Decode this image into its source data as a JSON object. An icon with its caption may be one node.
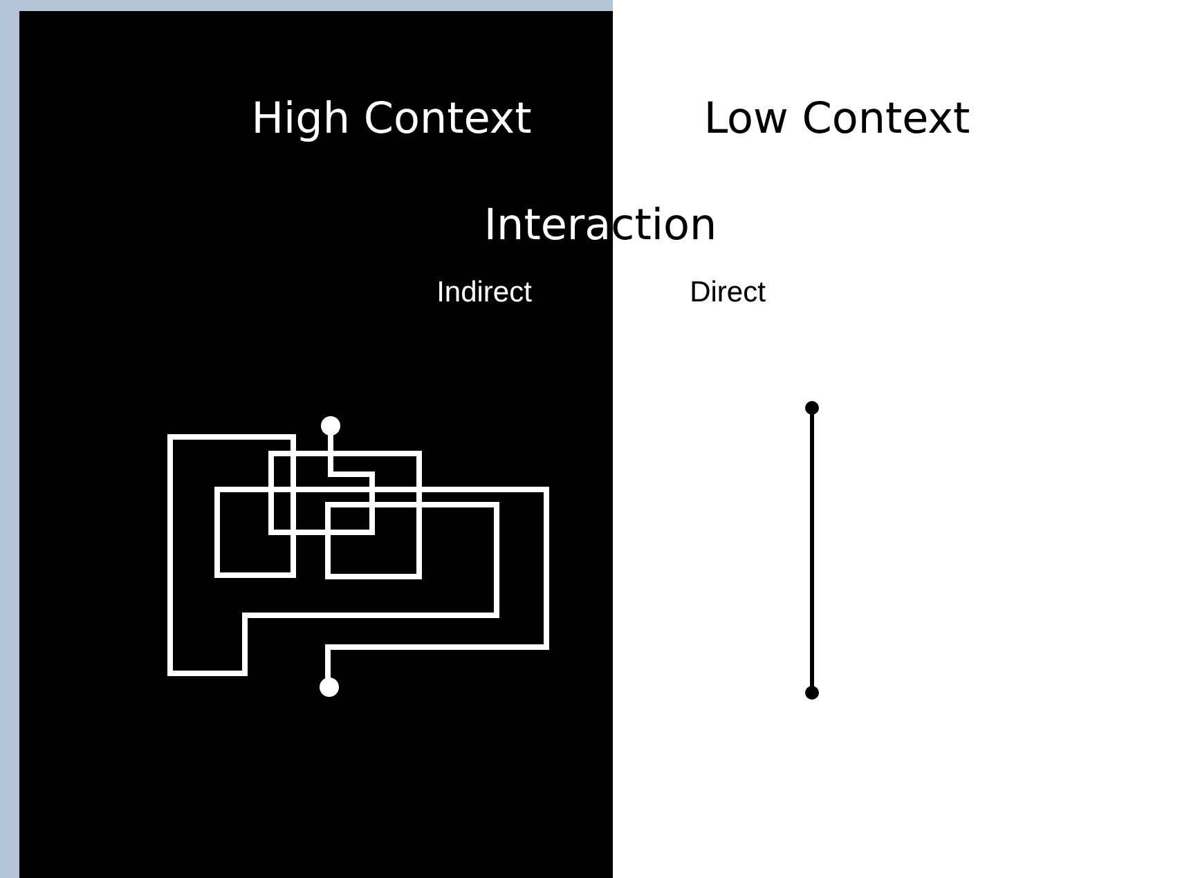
{
  "diagram": {
    "labels": [
      "High Context",
      "Low Context",
      "Interaction",
      "Indirect",
      "Direct"
    ]
  }
}
